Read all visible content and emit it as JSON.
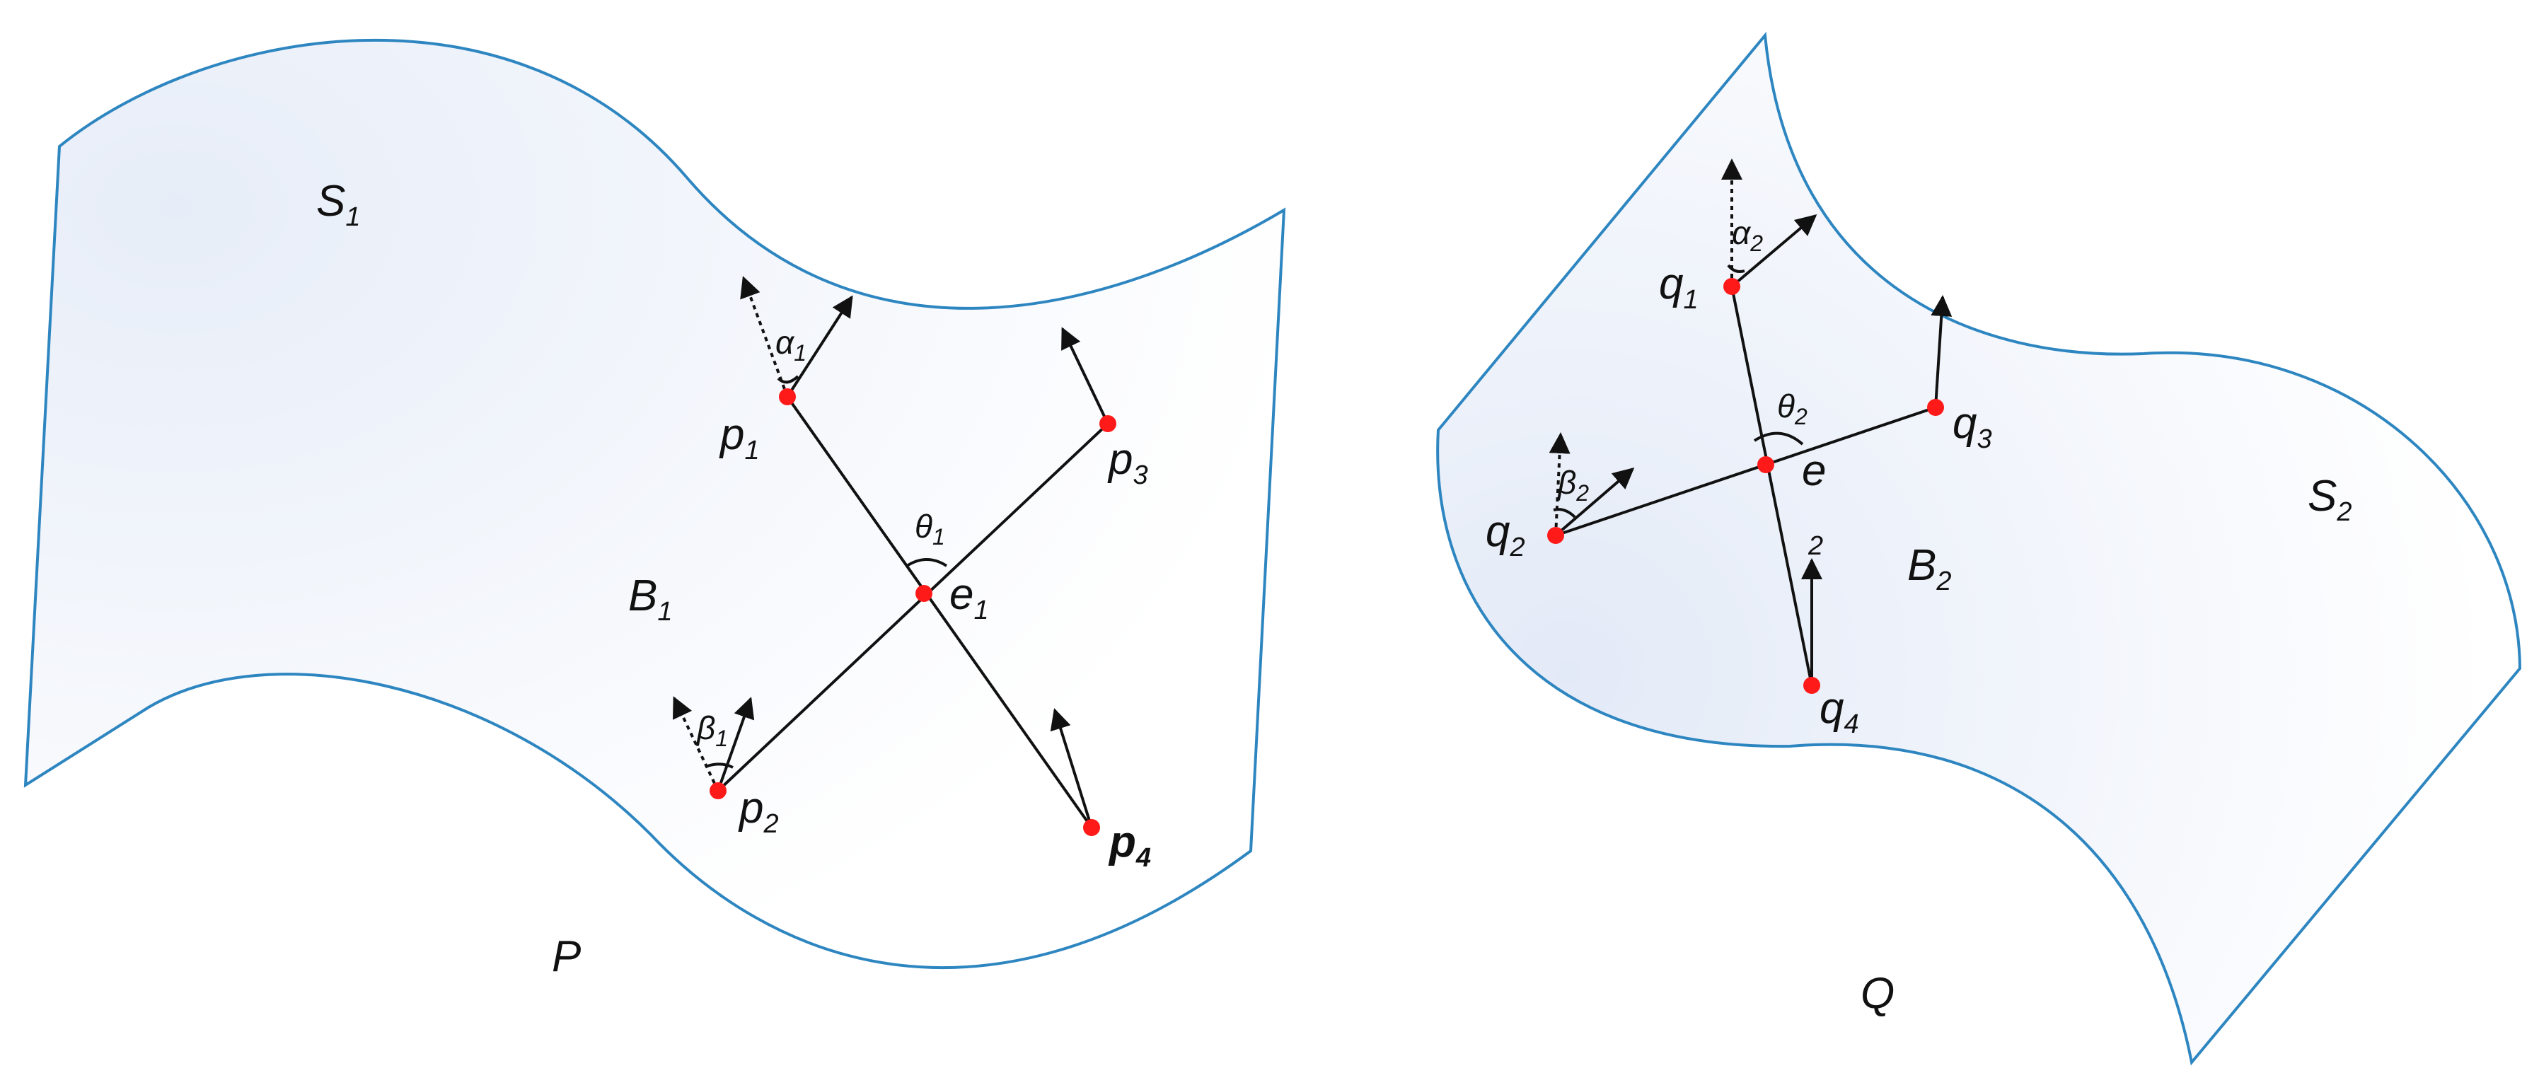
{
  "colors": {
    "outline": "#2e86c1",
    "fill_edge": "#e8eef8",
    "point": "#ff1a1a",
    "line": "#111111"
  },
  "left_surface": {
    "surface_label": "S",
    "surface_sub": "1",
    "region_label": "B",
    "region_sub": "1",
    "name": "P",
    "center_label": "e",
    "center_sub": "1",
    "points": [
      {
        "base": "p",
        "sub": "1"
      },
      {
        "base": "p",
        "sub": "2"
      },
      {
        "base": "p",
        "sub": "3"
      },
      {
        "base": "p",
        "sub": "4"
      }
    ],
    "angles": [
      {
        "base": "α",
        "sub": "1"
      },
      {
        "base": "β",
        "sub": "1"
      },
      {
        "base": "θ",
        "sub": "1"
      }
    ]
  },
  "right_surface": {
    "surface_label": "S",
    "surface_sub": "2",
    "region_label": "B",
    "region_sub": "2",
    "name": "Q",
    "center_label": "e",
    "points": [
      {
        "base": "q",
        "sub": "1"
      },
      {
        "base": "q",
        "sub": "2"
      },
      {
        "base": "q",
        "sub": "3"
      },
      {
        "base": "q",
        "sub": "4"
      }
    ],
    "angles": [
      {
        "base": "α",
        "sub": "2"
      },
      {
        "base": "β",
        "sub": "2"
      },
      {
        "base": "θ",
        "sub": "2"
      }
    ],
    "stray_label": "2"
  }
}
